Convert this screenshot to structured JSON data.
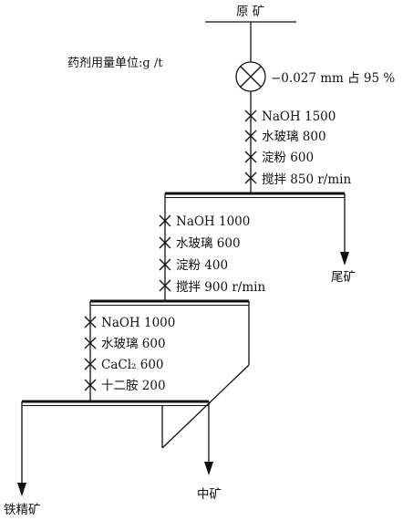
{
  "feed_label": "原 矿",
  "unit_note": "药剂用量单位:g /t",
  "grind_label": "−0.027 mm 占 95 %",
  "stage1": {
    "reagents": [
      "NaOH 1500",
      "水玻璃 800",
      "淀粉 600",
      "搅拌 850 r/min"
    ],
    "output_label": "尾矿"
  },
  "stage2": {
    "reagents": [
      "NaOH 1000",
      "水玻璃 600",
      "淀粉 400",
      "搅拌 900 r/min"
    ]
  },
  "stage3": {
    "reagents": [
      "NaOH 1000",
      "水玻璃 600",
      "CaCl₂ 600",
      "十二胺 200"
    ],
    "middling_label": "中矿",
    "concentrate_label": "铁精矿"
  }
}
